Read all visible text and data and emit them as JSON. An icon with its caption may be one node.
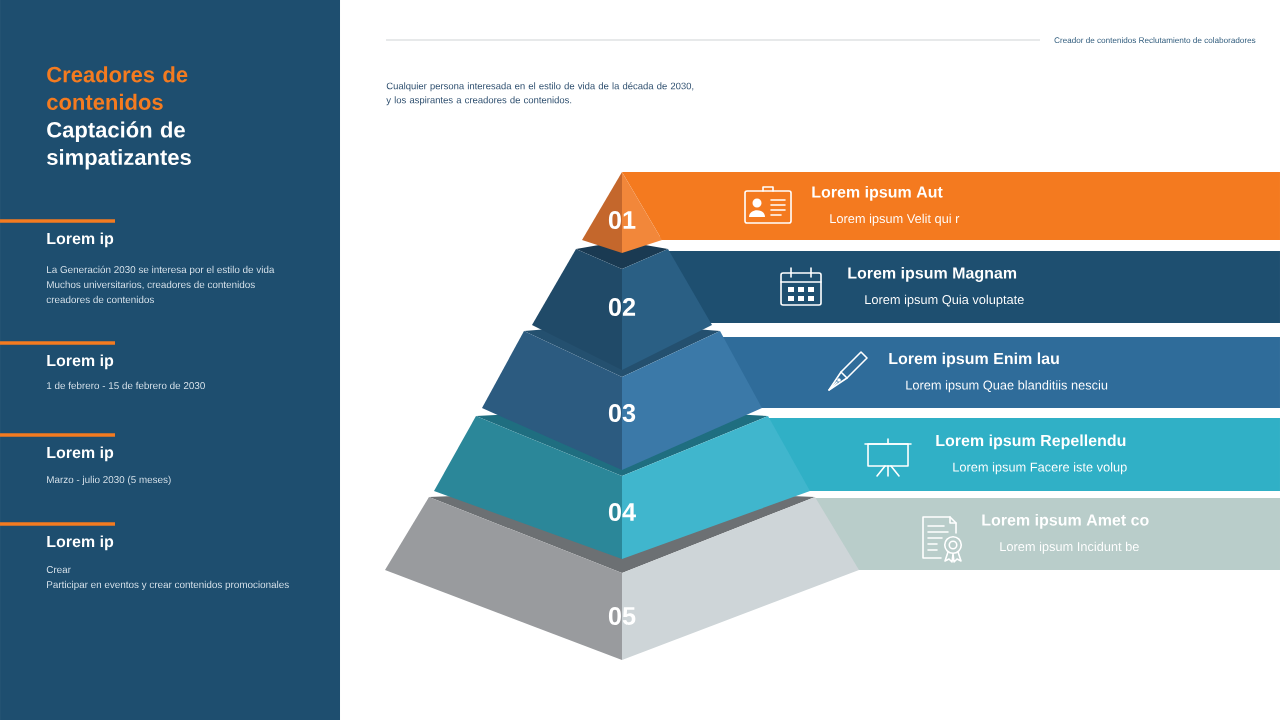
{
  "diagram": {
    "nodes": [
      {
        "text": [
          "Creadores de contenidos",
          "Captación de simpatizantes",
          "Lorem ip",
          "La Generación 2030 se interesa por el estilo de vida",
          "Muchos universitarios, creadores de contenidos",
          "creadores de contenidos",
          "Lorem ip",
          "1 de febrero - 15 de febrero de 2030",
          "Lorem ip",
          "Marzo - julio 2030 (5 meses)",
          "Lorem ip",
          "Crear",
          "Participar en eventos y crear contenidos promocionales"
        ]
      },
      {
        "text": [
          "01"
        ]
      },
      {
        "text": [
          "Lorem ipsum Aut",
          "Lorem ipsum Velit qui r"
        ]
      },
      {
        "text": [
          "02"
        ]
      },
      {
        "text": [
          "Lorem ipsum Magnam",
          "Lorem ipsum Quia voluptate"
        ]
      },
      {
        "text": [
          "03"
        ]
      },
      {
        "text": [
          "Lorem ipsum Enim lau",
          "Lorem ipsum Quae blanditiis nesciu"
        ]
      },
      {
        "text": [
          "04"
        ]
      },
      {
        "text": [
          "Lorem ipsum Repellendu",
          "Lorem ipsum Facere iste volup"
        ]
      },
      {
        "text": [
          "05"
        ]
      },
      {
        "text": [
          "Lorem ipsum Amet co",
          "Lorem ipsum Incidunt be"
        ]
      }
    ],
    "labels": [
      "Creador de contenidos Reclutamiento de colaboradores",
      "Cualquier persona interesada en el estilo de vida de la década de 2030, y los aspirantes a creadores de contenidos."
    ]
  }
}
